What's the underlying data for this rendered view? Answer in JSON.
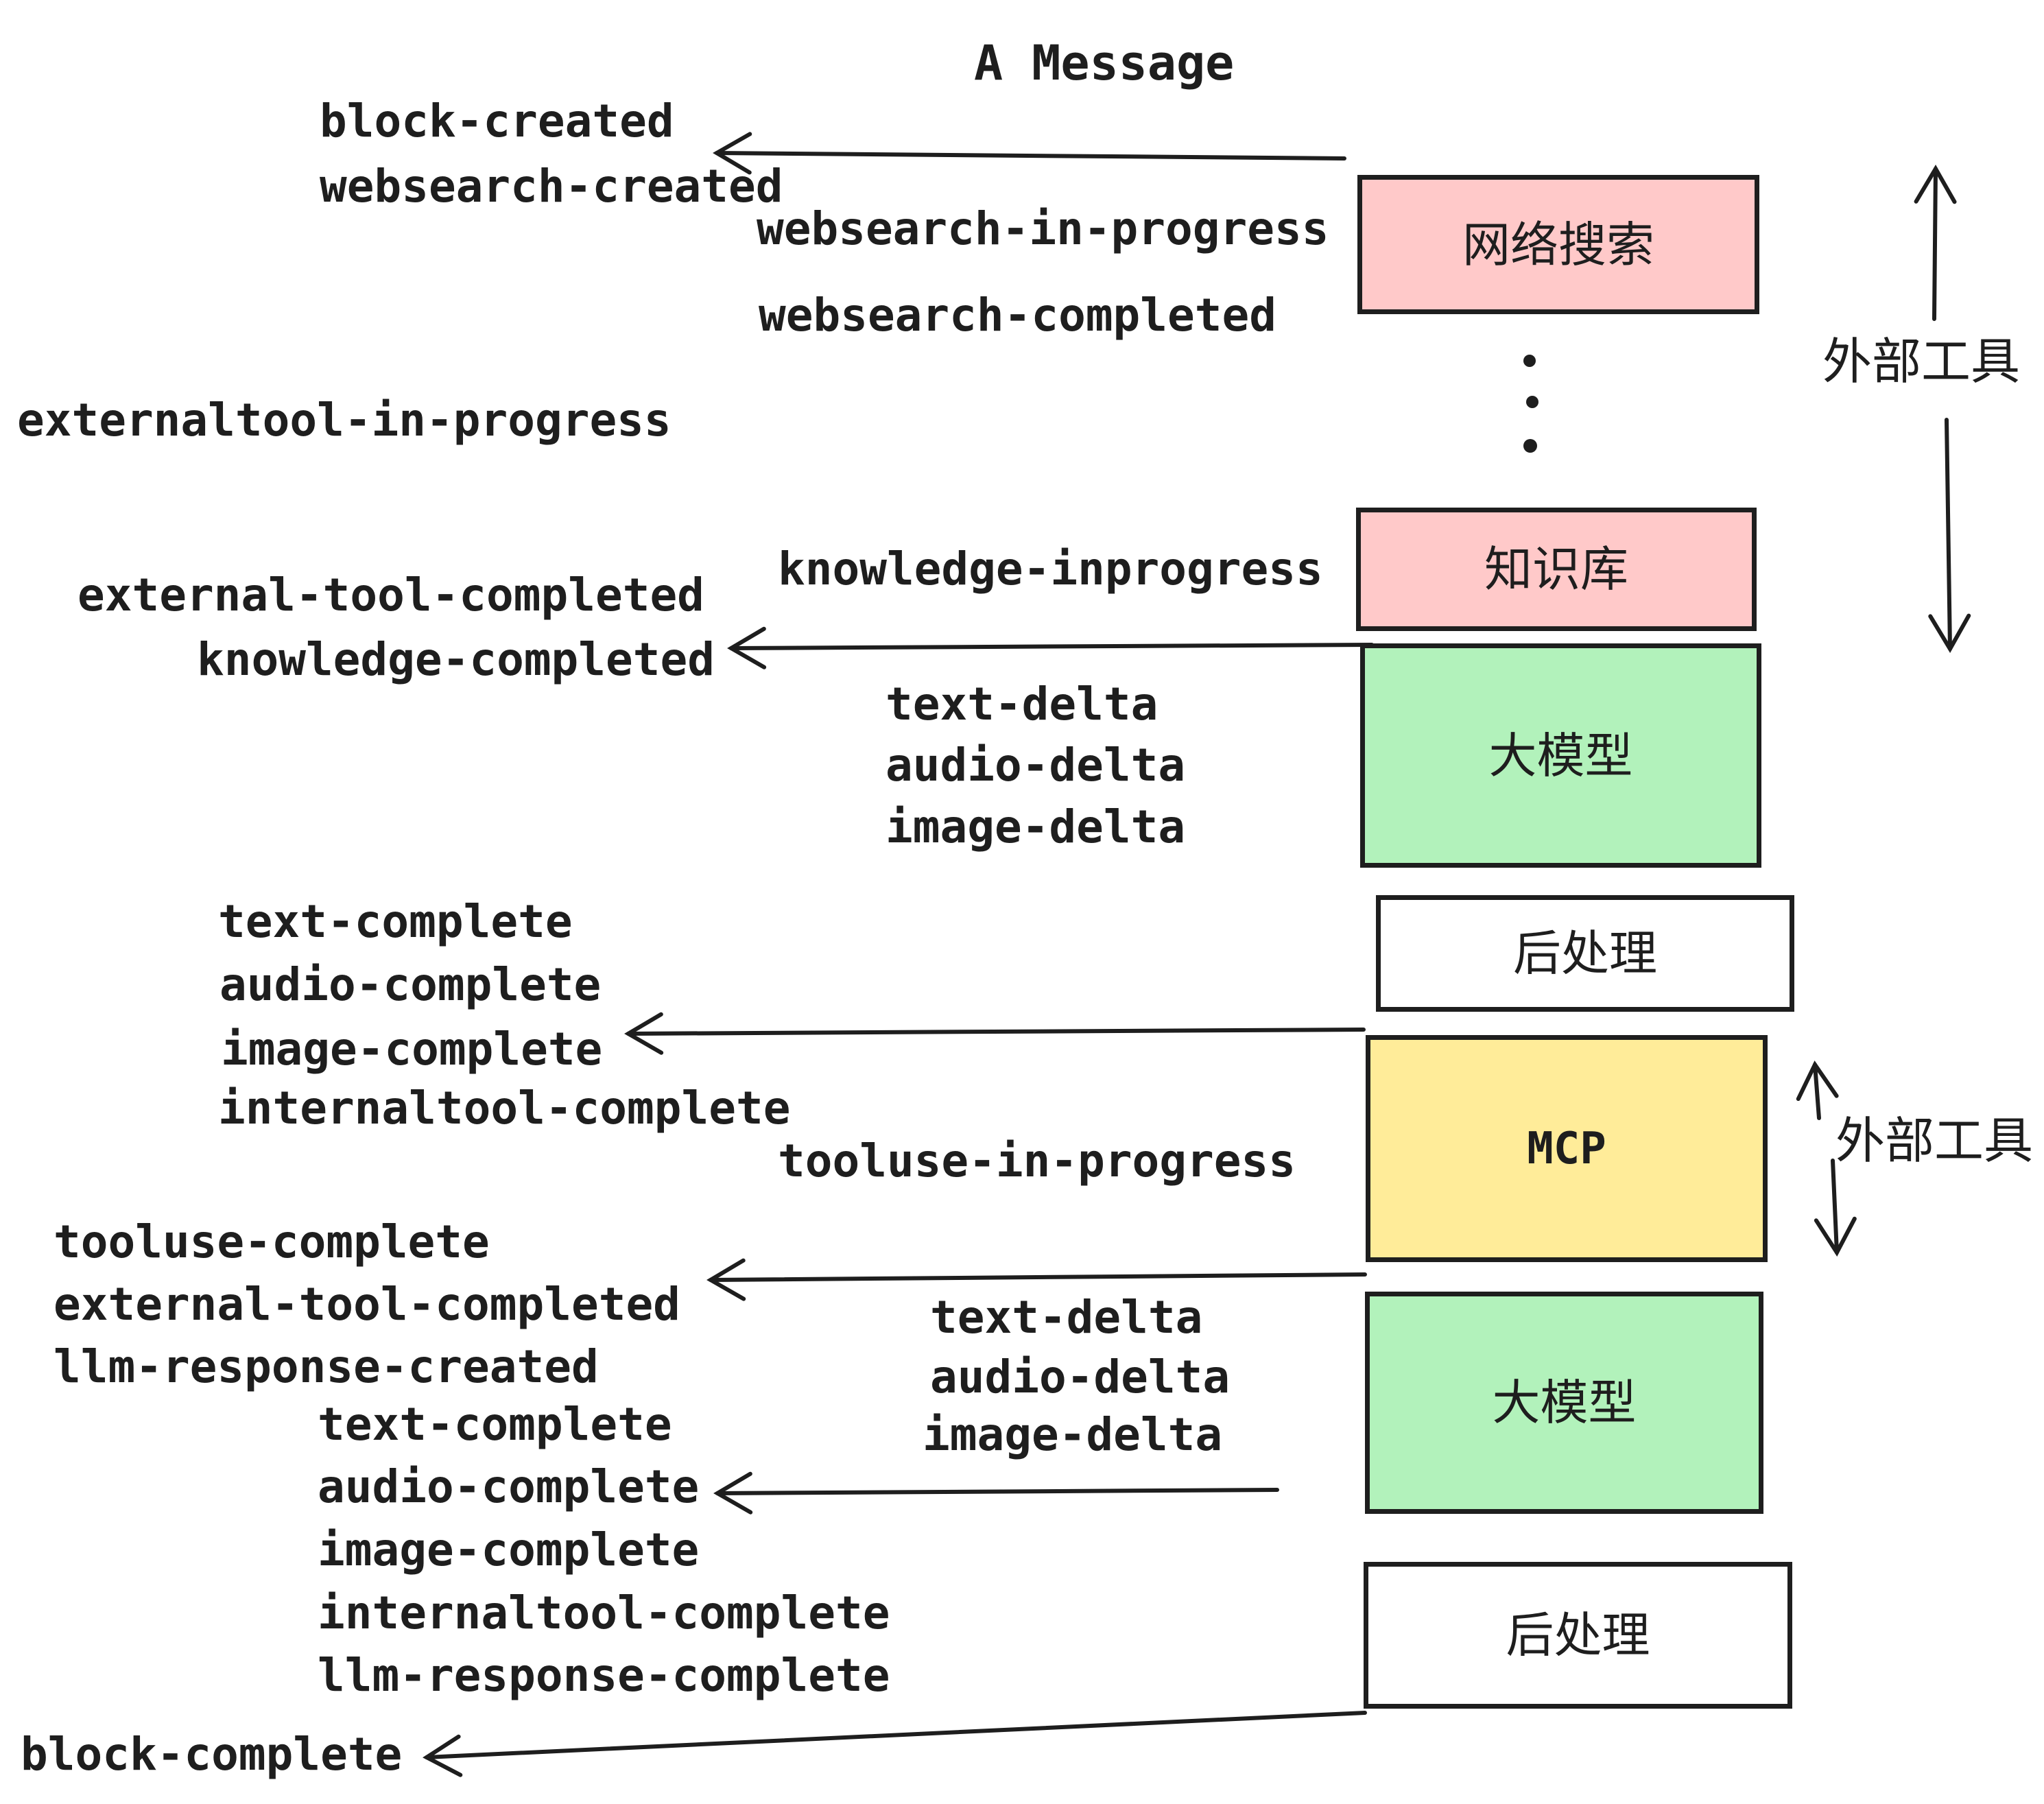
{
  "title": "A Message",
  "colors": {
    "pink": "#ffc9c9",
    "green": "#b2f2bb",
    "yellow": "#ffec99",
    "white": "#ffffff",
    "stroke": "#1e1e1e",
    "background": "#ffffff"
  },
  "boxes": {
    "websearch": {
      "label": "网络搜索",
      "color": "pink"
    },
    "knowledge": {
      "label": "知识库",
      "color": "pink"
    },
    "llm1": {
      "label": "大模型",
      "color": "green"
    },
    "post1": {
      "label": "后处理",
      "color": "white"
    },
    "mcp": {
      "label": "MCP",
      "color": "yellow"
    },
    "llm2": {
      "label": "大模型",
      "color": "green"
    },
    "post2": {
      "label": "后处理",
      "color": "white"
    }
  },
  "annotations": {
    "external_tools_top": "外部工具",
    "external_tools_mcp": "外部工具"
  },
  "events": {
    "block_created": "block-created",
    "websearch_created": "websearch-created",
    "websearch_in_progress": "websearch-in-progress",
    "websearch_completed": "websearch-completed",
    "externaltool_in_progress": "externaltool-in-progress",
    "knowledge_inprogress": "knowledge-inprogress",
    "external_tool_completed_1": "external-tool-completed",
    "knowledge_completed": "knowledge-completed",
    "text_delta_1": "text-delta",
    "audio_delta_1": "audio-delta",
    "image_delta_1": "image-delta",
    "text_complete_1": "text-complete",
    "audio_complete_1": "audio-complete",
    "image_complete_1": "image-complete",
    "internaltool_complete_1": "internaltool-complete",
    "tooluse_in_progress": "tooluse-in-progress",
    "tooluse_complete": "tooluse-complete",
    "external_tool_completed_2": "external-tool-completed",
    "llm_response_created": "llm-response-created",
    "text_complete_2": "text-complete",
    "audio_complete_2": "audio-complete",
    "image_complete_2": "image-complete",
    "internaltool_complete_2": "internaltool-complete",
    "llm_response_complete": "llm-response-complete",
    "text_delta_2": "text-delta",
    "audio_delta_2": "audio-delta",
    "image_delta_2": "image-delta",
    "block_complete": "block-complete"
  }
}
